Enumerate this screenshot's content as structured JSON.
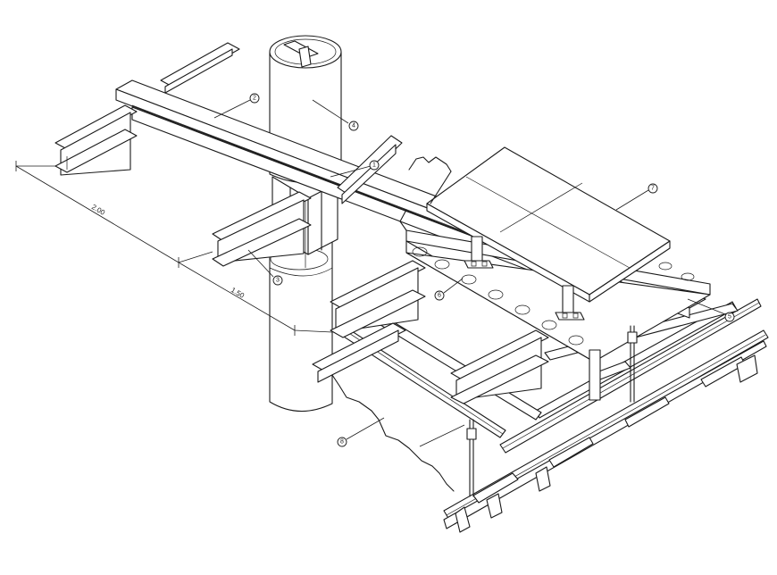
{
  "drawing": {
    "dimensions": [
      "2.00",
      "1.50"
    ],
    "callouts": [
      "1",
      "2",
      "3",
      "4",
      "5",
      "6",
      "7",
      "8"
    ]
  }
}
